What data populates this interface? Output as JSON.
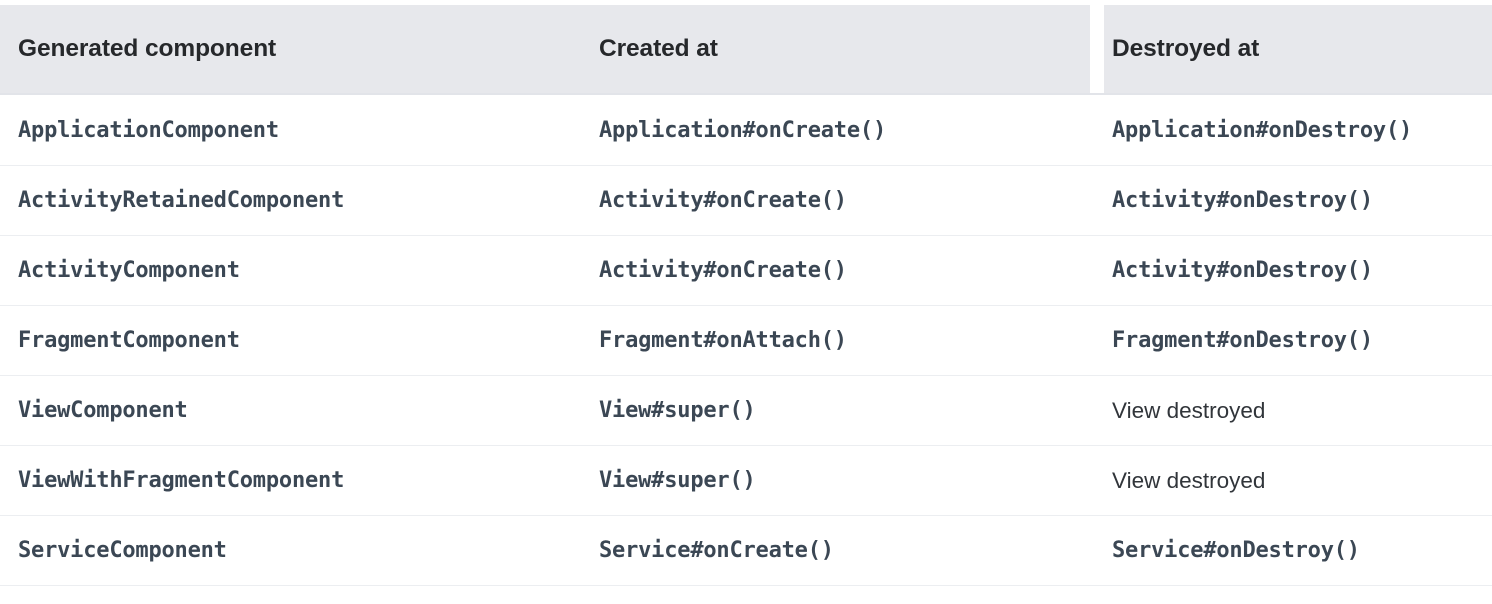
{
  "table": {
    "columns": [
      {
        "key": "component",
        "label": "Generated component"
      },
      {
        "key": "created",
        "label": "Created at"
      },
      {
        "key": "destroyed",
        "label": "Destroyed at"
      }
    ],
    "rows": [
      {
        "component": "ApplicationComponent",
        "component_style": "code",
        "created": "Application#onCreate()",
        "created_style": "code",
        "destroyed": "Application#onDestroy()",
        "destroyed_style": "code"
      },
      {
        "component": "ActivityRetainedComponent",
        "component_style": "code",
        "created": "Activity#onCreate()",
        "created_style": "code",
        "destroyed": "Activity#onDestroy()",
        "destroyed_style": "code"
      },
      {
        "component": "ActivityComponent",
        "component_style": "code",
        "created": "Activity#onCreate()",
        "created_style": "code",
        "destroyed": "Activity#onDestroy()",
        "destroyed_style": "code"
      },
      {
        "component": "FragmentComponent",
        "component_style": "code",
        "created": "Fragment#onAttach()",
        "created_style": "code",
        "destroyed": "Fragment#onDestroy()",
        "destroyed_style": "code"
      },
      {
        "component": "ViewComponent",
        "component_style": "code",
        "created": "View#super()",
        "created_style": "code",
        "destroyed": "View destroyed",
        "destroyed_style": "plain"
      },
      {
        "component": "ViewWithFragmentComponent",
        "component_style": "code",
        "created": "View#super()",
        "created_style": "code",
        "destroyed": "View destroyed",
        "destroyed_style": "plain"
      },
      {
        "component": "ServiceComponent",
        "component_style": "code",
        "created": "Service#onCreate()",
        "created_style": "code",
        "destroyed": "Service#onDestroy()",
        "destroyed_style": "code"
      }
    ]
  },
  "colors": {
    "header_background": "#e7e8ec",
    "header_text": "#26282b",
    "code_text": "#3b4754",
    "plain_text": "#31353a",
    "row_divider": "#eceef1",
    "page_background": "#ffffff"
  }
}
